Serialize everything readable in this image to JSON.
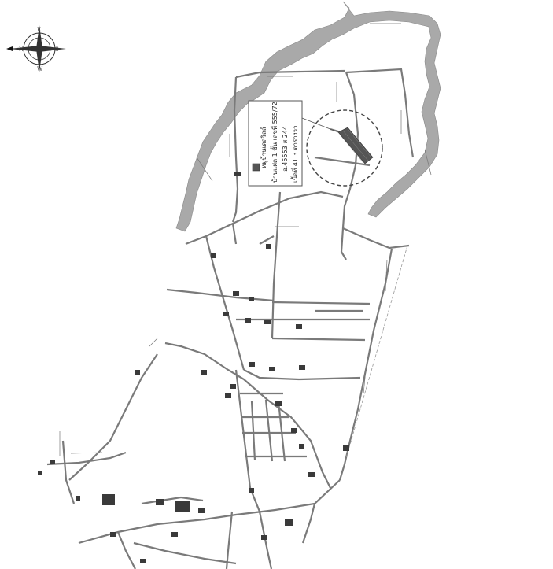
{
  "callout": {
    "line1": "หมู่บ้านเดลวิลล์",
    "line2": "บ้านแฝด 1 ชั้น เลขที่ 555/72",
    "line3": "อ.45553 ส.244",
    "line4": "เนื้อที่ 41.3 ตารางวา"
  },
  "compass": {
    "north": "N",
    "east": "E",
    "south": "S",
    "west": "W"
  },
  "colors": {
    "river": "#a9a9a9",
    "road": "#7a7a7a",
    "plot": "#555555"
  }
}
